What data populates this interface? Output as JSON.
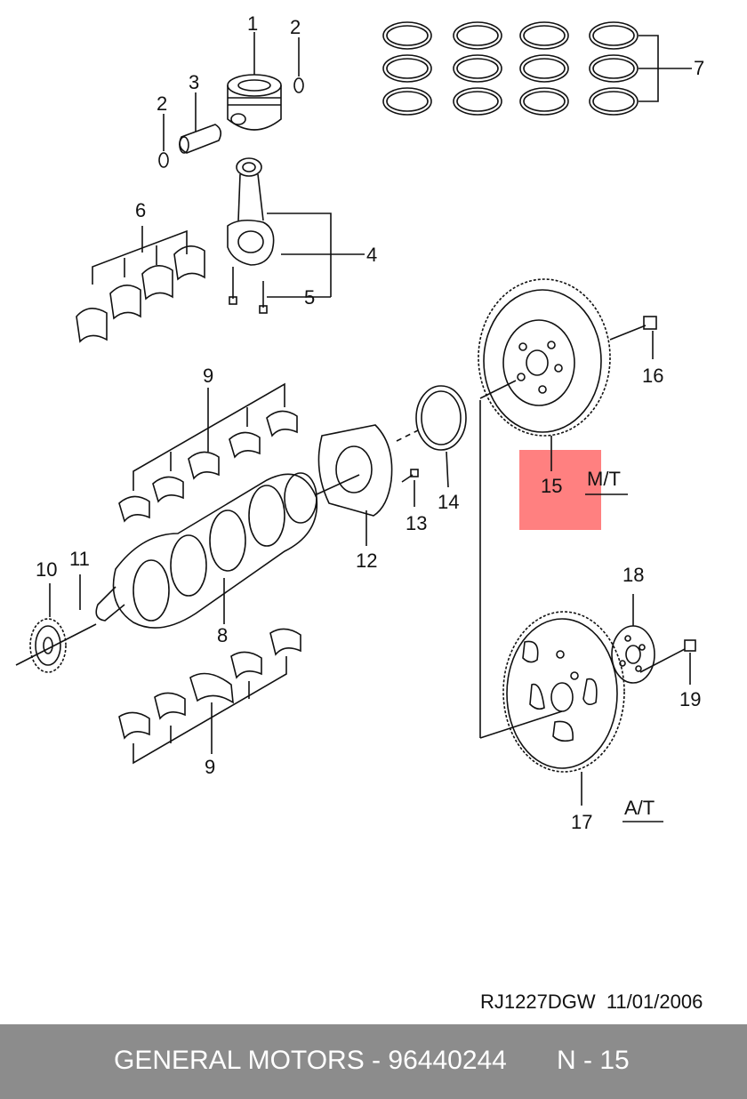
{
  "callouts": {
    "c1": "1",
    "c2a": "2",
    "c2b": "2",
    "c3": "3",
    "c4": "4",
    "c5": "5",
    "c6": "6",
    "c7": "7",
    "c8": "8",
    "c9a": "9",
    "c9b": "9",
    "c10": "10",
    "c11": "11",
    "c12": "12",
    "c13": "13",
    "c14": "14",
    "c15": "15",
    "c16": "16",
    "c17": "17",
    "c18": "18",
    "c19": "19"
  },
  "transmission_labels": {
    "manual": "M/T",
    "automatic": "A/T"
  },
  "highlight": {
    "part_callout": "15",
    "color": "#ff8080"
  },
  "reference": {
    "code": "RJ1227DGW",
    "date": "11/01/2006"
  },
  "footer": {
    "brand": "GENERAL MOTORS",
    "part_number": "96440244",
    "page": "N - 15",
    "bar_color": "#8c8c8c"
  }
}
